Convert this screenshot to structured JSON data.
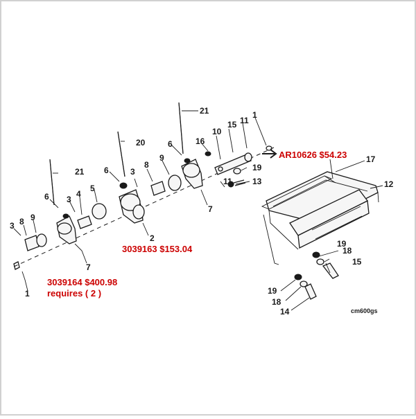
{
  "diagram": {
    "callouts": [
      "1",
      "2",
      "3",
      "4",
      "5",
      "6",
      "7",
      "8",
      "9",
      "10",
      "11",
      "12",
      "13",
      "14",
      "15",
      "16",
      "17",
      "18",
      "19",
      "20",
      "21"
    ],
    "price_labels": {
      "ar10626": "AR10626 $54.23",
      "p3039163": "3039163 $153.04",
      "p3039164": "3039164 $400.98",
      "requires": "requires ( 2 )"
    },
    "stamp": "cm600gs"
  },
  "colors": {
    "price_red": "#cc0000",
    "ink": "#1a1a1a",
    "frame": "#d0d0d0"
  }
}
